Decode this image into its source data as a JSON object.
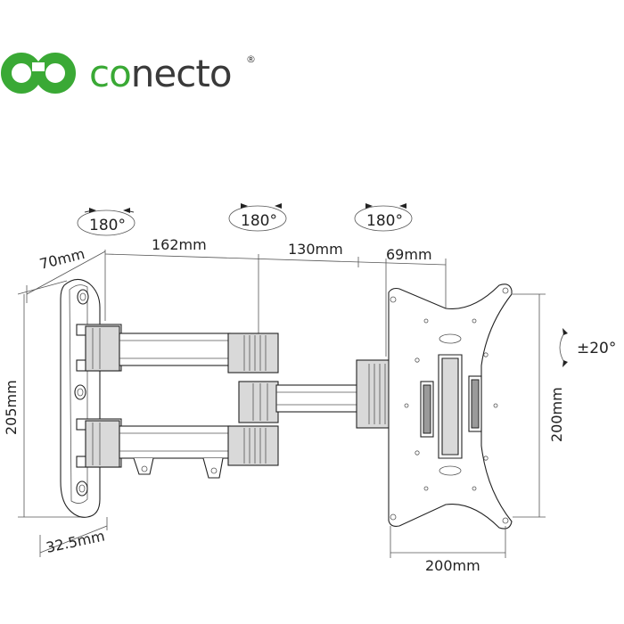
{
  "brand": {
    "name": "conecto",
    "registered": "®",
    "logo_color": "#3aa935",
    "text_color": "#3a3a3a"
  },
  "rotations": [
    {
      "label": "180°"
    },
    {
      "label": "180°"
    },
    {
      "label": "180°"
    }
  ],
  "tilt": {
    "label": "±20°"
  },
  "dimensions": {
    "wall_depth": "70mm",
    "arm1": "162mm",
    "arm2": "130mm",
    "plate_offset": "69mm",
    "wall_height": "205mm",
    "wall_thickness": "32.5mm",
    "vesa_height": "200mm",
    "vesa_width": "200mm"
  }
}
